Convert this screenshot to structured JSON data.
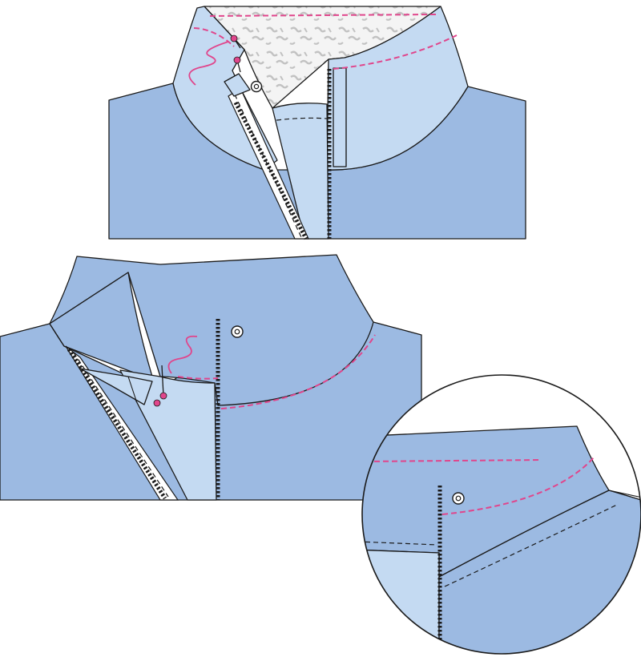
{
  "diagram": {
    "panels": [
      {
        "id": "panel-1",
        "view": "collar-open-with-pins"
      },
      {
        "id": "panel-2",
        "view": "collar-folded-stitching"
      },
      {
        "id": "panel-3",
        "view": "detail-circle-finished-collar"
      }
    ],
    "colors": {
      "garment": "#9cbae2",
      "garment_light": "#c4daf2",
      "lining": "#d6d6d6",
      "stitching": "#e0468c",
      "pin_head": "#e0468c",
      "outline": "#1a1a1a",
      "zipper": "#1a1a1a",
      "background": "#ffffff"
    },
    "icons": [
      "pin-icon",
      "snap-icon",
      "zipper-icon",
      "thread-icon"
    ]
  }
}
